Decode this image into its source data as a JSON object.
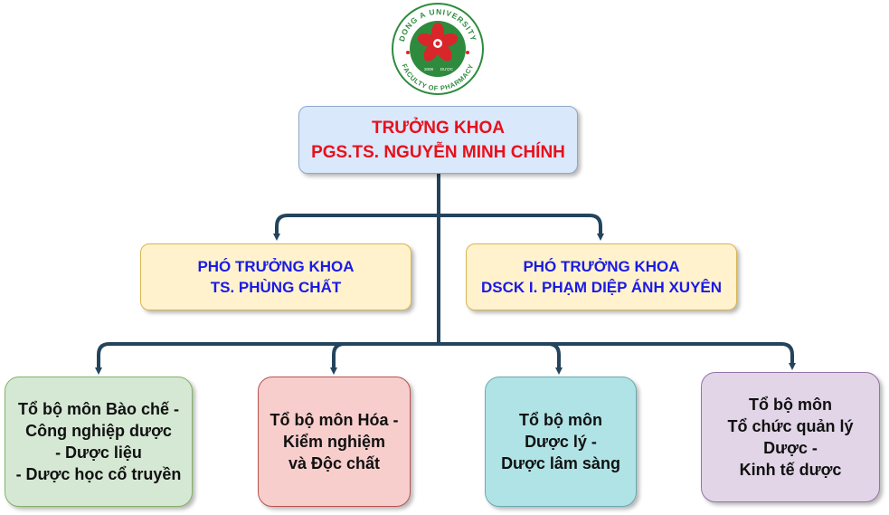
{
  "logo": {
    "top_text": "DONG A UNIVERSITY",
    "bottom_text": "FACULTY OF PHARMACY",
    "year_left": "2008",
    "year_right": "DƯỢC",
    "colors": {
      "ring": "#2e8b3e",
      "flower": "#d9262b",
      "inner": "#ffffff"
    }
  },
  "dean": {
    "lines": [
      "TRƯỞNG KHOA",
      "PGS.TS. NGUYỄN MINH CHÍNH"
    ]
  },
  "vice_deans": [
    {
      "lines": [
        "PHÓ TRƯỞNG KHOA",
        "TS. PHÙNG CHẤT"
      ]
    },
    {
      "lines": [
        "PHÓ TRƯỞNG KHOA",
        "DSCK I. PHẠM DIỆP ÁNH XUYÊN"
      ]
    }
  ],
  "departments": [
    {
      "lines": [
        "Tổ bộ môn Bào chế -",
        "Công nghiệp dược",
        "- Dược liệu",
        "- Dược học cổ truyền"
      ]
    },
    {
      "lines": [
        "Tổ bộ môn Hóa -",
        "Kiểm nghiệm",
        "và Độc chất"
      ]
    },
    {
      "lines": [
        "Tổ bộ môn",
        "Dược lý -",
        "Dược lâm sàng"
      ]
    },
    {
      "lines": [
        "Tổ bộ môn",
        "Tổ chức quản lý",
        "Dược -",
        "Kinh tế dược"
      ]
    }
  ],
  "colors": {
    "connector": "#23445d",
    "dean_text": "#e8101a",
    "vice_text": "#1a1ae6"
  }
}
